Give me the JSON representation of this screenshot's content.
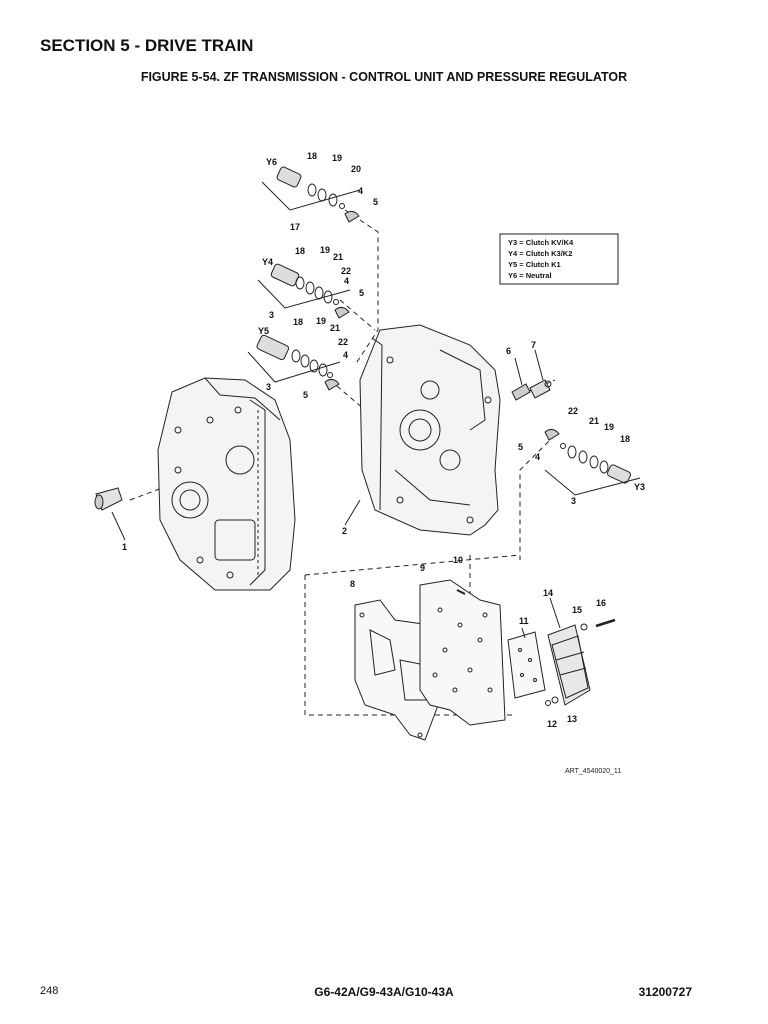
{
  "header": {
    "section": "SECTION 5 - DRIVE TRAIN",
    "figure": "FIGURE 5-54. ZF TRANSMISSION - CONTROL UNIT AND PRESSURE REGULATOR"
  },
  "legend": [
    "Y3 = Clutch KV/K4",
    "Y4 = Clutch K3/K2",
    "Y5 = Clutch K1",
    "Y6 = Neutral"
  ],
  "callouts": {
    "y6": "Y6",
    "y4": "Y4",
    "y5": "Y5",
    "y3": "Y3",
    "n1": "1",
    "n2": "2",
    "n3a": "3",
    "n3b": "3",
    "n3c": "3",
    "n4a": "4",
    "n4b": "4",
    "n4c": "4",
    "n5a": "5",
    "n5b": "5",
    "n5c": "5",
    "n5d": "5",
    "n6": "6",
    "n7": "7",
    "n8": "8",
    "n9": "9",
    "n10": "10",
    "n11": "11",
    "n12": "12",
    "n13": "13",
    "n14": "14",
    "n15": "15",
    "n16": "16",
    "n17": "17",
    "n18a": "18",
    "n18b": "18",
    "n18c": "18",
    "n18d": "18",
    "n19a": "19",
    "n19b": "19",
    "n19c": "19",
    "n19d": "19",
    "n20": "20",
    "n21a": "21",
    "n21b": "21",
    "n21c": "21",
    "n22a": "22",
    "n22b": "22",
    "n22c": "22"
  },
  "art_id": "ART_4540020_11",
  "footer": {
    "page": "248",
    "model": "G6-42A/G9-43A/G10-43A",
    "doc": "31200727"
  }
}
